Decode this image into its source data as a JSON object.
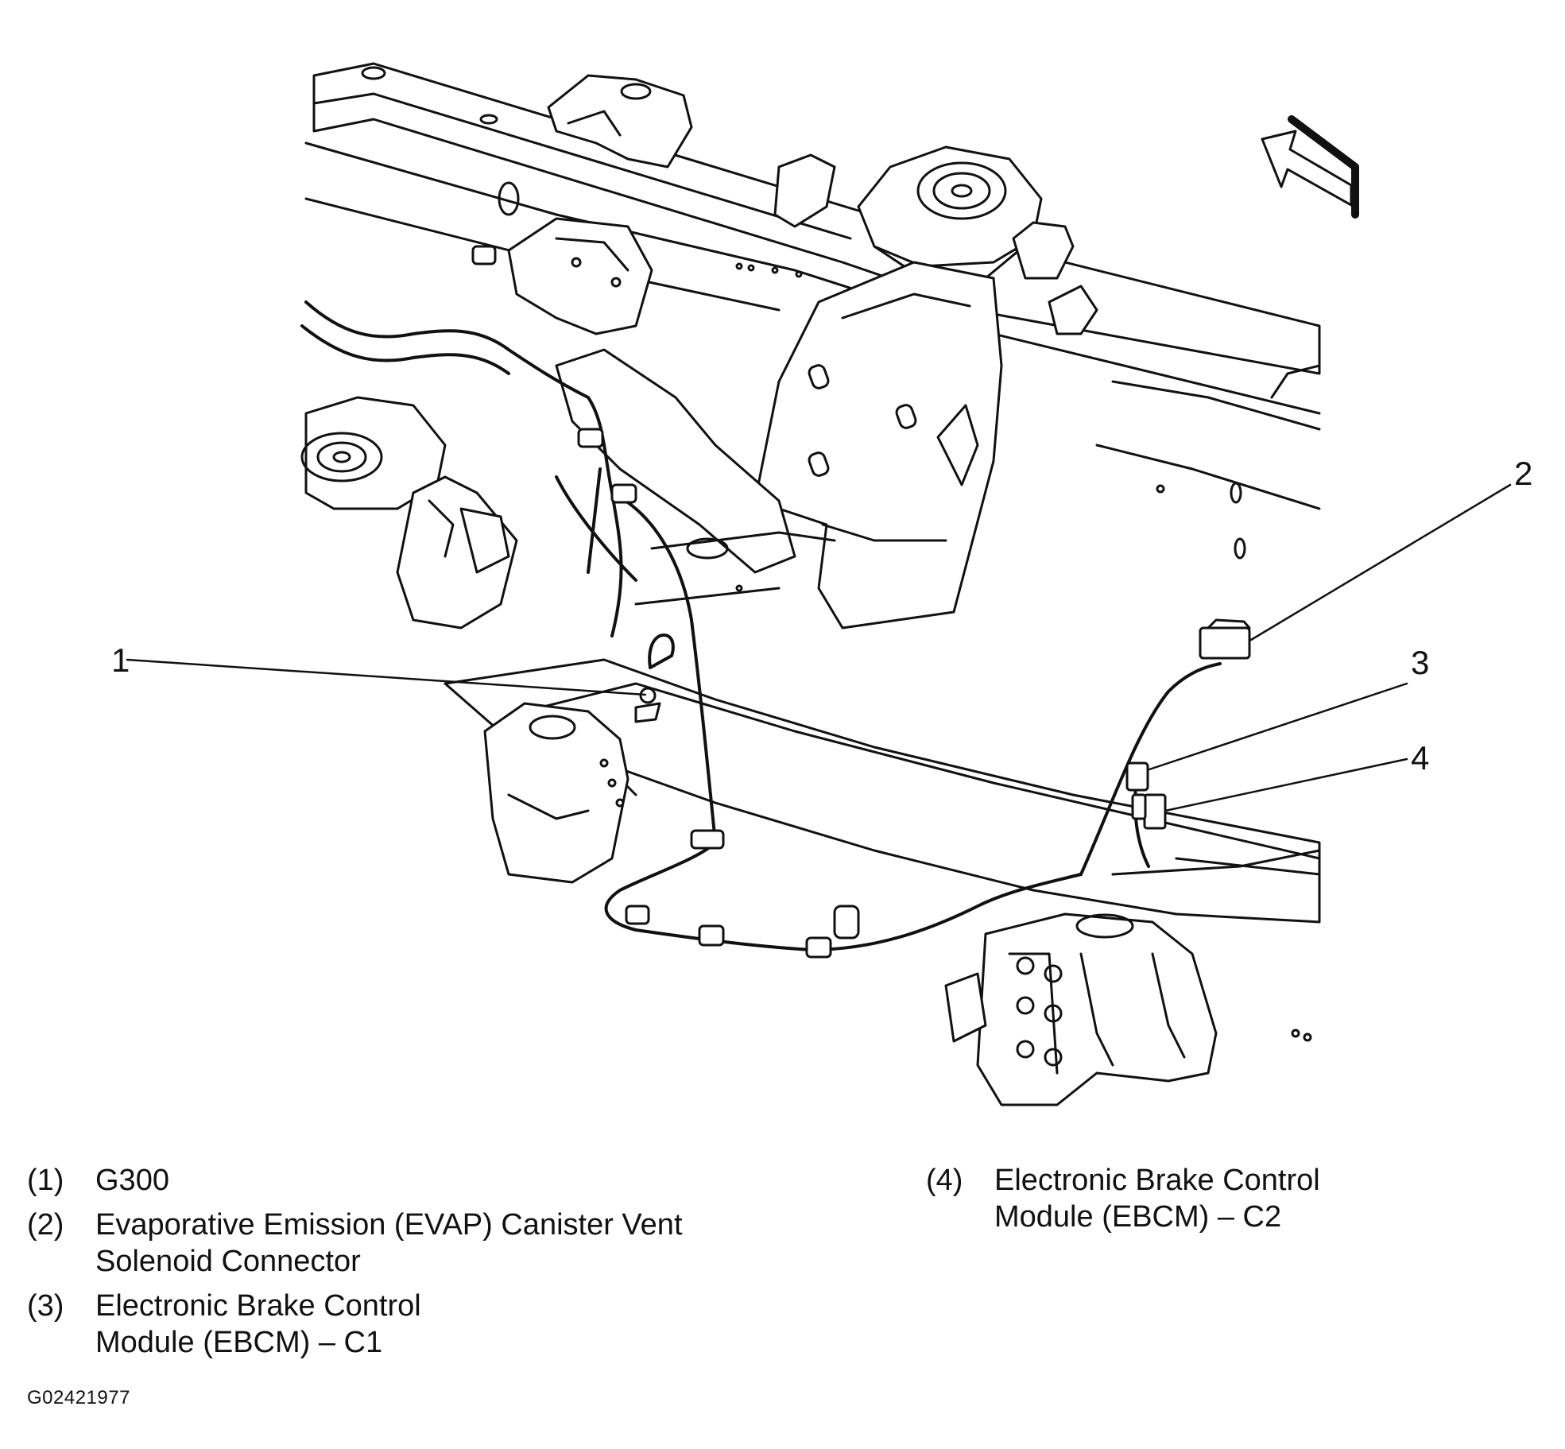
{
  "callouts": [
    {
      "id": "1",
      "label": "1"
    },
    {
      "id": "2",
      "label": "2"
    },
    {
      "id": "3",
      "label": "3"
    },
    {
      "id": "4",
      "label": "4"
    }
  ],
  "legend": [
    {
      "num": "(1)",
      "text": "G300"
    },
    {
      "num": "(2)",
      "text": "Evaporative Emission (EVAP) Canister Vent Solenoid Connector"
    },
    {
      "num": "(3)",
      "text": "Electronic Brake Control Module (EBCM) – C1"
    },
    {
      "num": "(4)",
      "text": "Electronic Brake Control Module (EBCM) – C2"
    }
  ],
  "figure_id": "G02421977",
  "icons": {
    "direction_arrow": "front-direction-arrow-icon"
  }
}
